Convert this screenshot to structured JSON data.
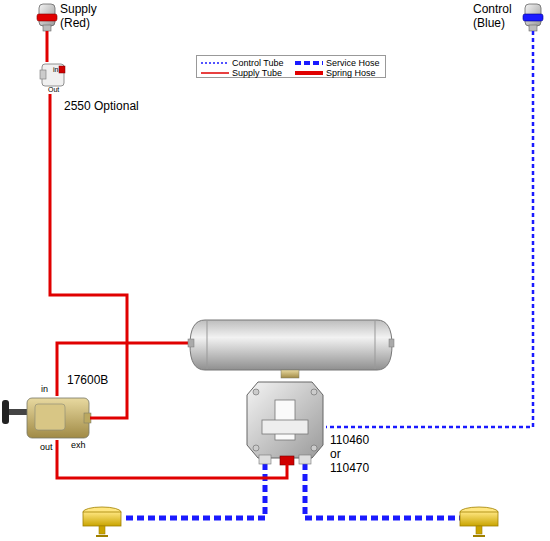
{
  "diagram": {
    "nodes": [
      {
        "text": [
          "Supply (Red)"
        ]
      },
      {
        "text": [
          "in",
          "Out",
          "2550 Optional"
        ]
      },
      {
        "text": [
          "17600B",
          "in",
          "exh",
          "out"
        ]
      },
      {
        "text": [
          "110460 or 110470"
        ]
      },
      {
        "text": [
          "Control (Blue)"
        ]
      }
    ],
    "edges": [
      {
        "from": 0,
        "to": 1,
        "arrow": "none"
      },
      {
        "from": 1,
        "to": 2,
        "arrow": "none"
      },
      {
        "from": 2,
        "to": 3,
        "arrow": "none"
      },
      {
        "from": 4,
        "to": 3,
        "arrow": "none"
      }
    ],
    "legend": [
      {
        "text": "Control Tube"
      },
      {
        "text": "Service Hose"
      },
      {
        "text": "Supply Tube"
      },
      {
        "text": "Spring Hose"
      }
    ]
  }
}
